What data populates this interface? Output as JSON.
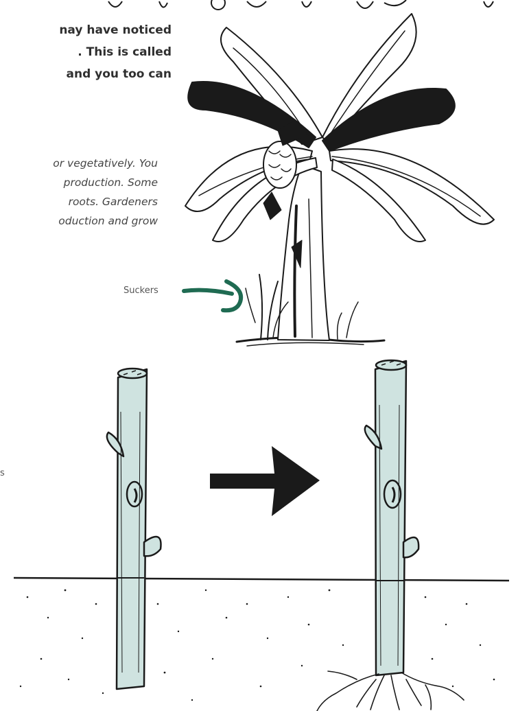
{
  "intro_bold": [
    "nay have noticed",
    ". This is called",
    "and you too can"
  ],
  "intro_body": [
    "or vegetatively. You",
    "production. Some",
    "roots. Gardeners",
    "oduction and grow"
  ],
  "labels": {
    "suckers": "Suckers",
    "edge_fragment": "s"
  },
  "colors": {
    "arrow_green": "#1f6b52",
    "stem_fill": "#cfe3e0",
    "ink": "#1a1a1a"
  }
}
